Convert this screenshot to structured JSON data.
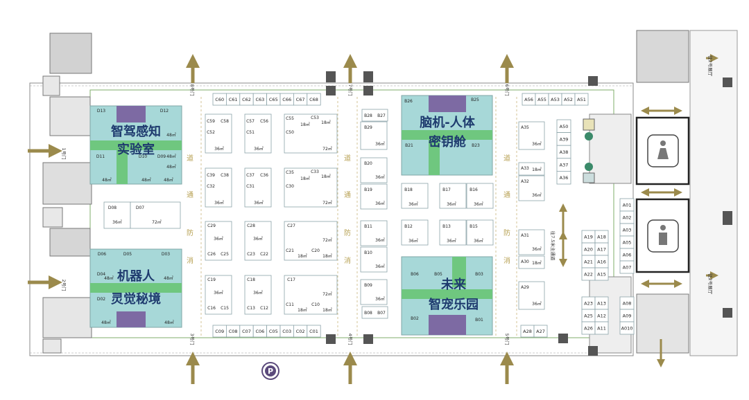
{
  "zones": [
    {
      "lines": [
        "智驾感知",
        "实验室"
      ]
    },
    {
      "lines": [
        "机器人",
        "灵觉秘境"
      ]
    },
    {
      "lines": [
        "脑机-人体",
        "密钥舱"
      ]
    },
    {
      "lines": [
        "未来",
        "智宠乐园"
      ]
    }
  ],
  "zone_booths": [
    [
      "D13",
      "D12",
      "D11",
      "D10",
      "D09",
      "48㎡",
      "48㎡",
      "48㎡",
      "48㎡",
      "48㎡",
      "48㎡"
    ],
    [
      "D06",
      "D05",
      "D03",
      "D04",
      "D02",
      "48㎡",
      "48㎡",
      "48㎡",
      "48㎡"
    ],
    [
      "B26",
      "B25",
      "B21",
      "B23"
    ],
    [
      "B06",
      "B05",
      "B03",
      "B02",
      "B01"
    ]
  ],
  "booths": {
    "c_top": [
      "C60",
      "C61",
      "C62",
      "C63",
      "C65",
      "C66",
      "C67",
      "C68"
    ],
    "c_bottom": [
      "C09",
      "C08",
      "C07",
      "C06",
      "C05",
      "C03",
      "C02",
      "C01"
    ],
    "a_top": [
      "A56",
      "A55",
      "A53",
      "A52",
      "A51"
    ],
    "a_col": [
      "A50",
      "A39",
      "A38",
      "A37",
      "A36"
    ],
    "a_small": [
      "A01",
      "A02",
      "A03",
      "A05",
      "A06",
      "A07"
    ],
    "a_bottom": [
      "A08",
      "A09",
      "A010"
    ],
    "a_grid": [
      "A19",
      "A18",
      "A20",
      "A17",
      "A21",
      "A16",
      "A22",
      "A15",
      "A23",
      "A13",
      "A25",
      "A12",
      "A26",
      "A11"
    ],
    "a_bottom_row": [
      "A28",
      "A27"
    ],
    "c_blocks": [
      [
        "C59",
        "C58",
        "C52",
        "36㎡"
      ],
      [
        "C57",
        "C56",
        "C51",
        "36㎡"
      ],
      [
        "C55",
        "C53",
        "C50",
        "18㎡",
        "18㎡",
        "72㎡"
      ],
      [
        "C39",
        "C38",
        "C32",
        "36㎡"
      ],
      [
        "C37",
        "C36",
        "C31",
        "36㎡"
      ],
      [
        "C35",
        "C33",
        "C30",
        "18㎡",
        "18㎡",
        "72㎡"
      ],
      [
        "C29",
        "36㎡",
        "C26",
        "C25"
      ],
      [
        "C28",
        "36㎡",
        "C23",
        "C22"
      ],
      [
        "C27",
        "72㎡",
        "C21",
        "C20",
        "18㎡",
        "18㎡"
      ],
      [
        "C19",
        "36㎡",
        "C16",
        "C15"
      ],
      [
        "C18",
        "36㎡",
        "C13",
        "C12"
      ],
      [
        "C17",
        "72㎡",
        "C11",
        "C10",
        "18㎡",
        "18㎡"
      ]
    ],
    "b_col": [
      [
        "B28",
        "B27"
      ],
      [
        "B29",
        "36㎡"
      ],
      [
        "B20",
        "36㎡"
      ],
      [
        "B19",
        "36㎡"
      ],
      [
        "B11",
        "36㎡"
      ],
      [
        "B10",
        "36㎡"
      ],
      [
        "B09",
        "36㎡"
      ],
      [
        "B08",
        "B07"
      ]
    ],
    "b_mid": [
      [
        "B18",
        "36㎡"
      ],
      [
        "B17",
        "36㎡"
      ],
      [
        "B16",
        "36㎡"
      ],
      [
        "B12",
        "36㎡"
      ],
      [
        "B13",
        "36㎡"
      ],
      [
        "B15",
        "36㎡"
      ]
    ],
    "a_right": [
      [
        "A35",
        "36㎡"
      ],
      [
        "A33",
        "18㎡"
      ],
      [
        "A32",
        "36㎡"
      ],
      [
        "A31",
        "36㎡"
      ],
      [
        "A30",
        "18㎡"
      ],
      [
        "A29",
        "36㎡"
      ]
    ],
    "d_block": [
      "D08",
      "D07",
      "36㎡",
      "72㎡"
    ]
  },
  "aisles": [
    [
      "消",
      "防",
      "通",
      "道"
    ],
    [
      "消",
      "防",
      "通",
      "道"
    ],
    [
      "消",
      "防",
      "通",
      "道"
    ]
  ],
  "gates": [
    "8号门",
    "7号门",
    "6号门",
    "1号门",
    "2号门",
    "3号门",
    "4号门",
    "5号门"
  ],
  "labels": {
    "main_aisle": "往7.5米主通道",
    "hall_top": "往2号展厅",
    "hall_bottom": "往2号展厅"
  },
  "colors": {
    "zone_fill": "#a7d8d8",
    "zone_band": "#6fc77f",
    "zone_purple": "#7d6aa3",
    "arrow": "#9b8a4c",
    "booth_border": "#8aa2a8",
    "wall": "#6a6a6a"
  },
  "icons": [
    "restroom-female-icon",
    "restroom-male-icon",
    "parking-icon",
    "elevator-icon"
  ]
}
